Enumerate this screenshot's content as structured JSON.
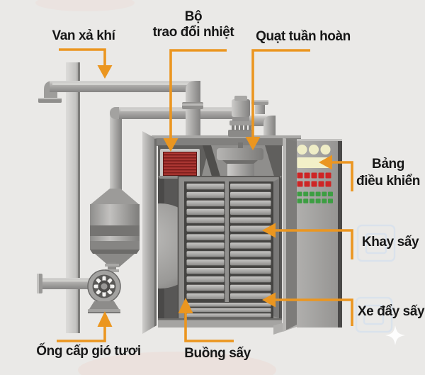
{
  "labels": {
    "air_vent_valve": "Van xả khí",
    "heat_exchanger": [
      "Bộ",
      "trao đổi nhiệt"
    ],
    "circulation_fan": "Quạt tuần hoàn",
    "control_panel": [
      "Bảng",
      "điều khiển"
    ],
    "drying_tray": "Khay sấy",
    "drying_trolley": "Xe đẩy sấy",
    "drying_chamber": "Buồng sấy",
    "fresh_air_duct": "Ống cấp gió tươi"
  },
  "colors": {
    "background": "#EAE9E7",
    "arrow_accent": "#EB9620",
    "label_text": "#171717",
    "heat_exchanger_red": "#B23A36",
    "button_red": "#CE2525",
    "button_green": "#3C9E42",
    "indicator_cream": "#EFEDC6",
    "display_cream": "#F2F0C8",
    "metal_light": "#C8C7C5",
    "metal_dark": "#6E6D6B"
  },
  "control_panel": {
    "indicator_circles": 3,
    "red_button_rows": 2,
    "red_buttons_per_row": 5,
    "green_button_rows": 2,
    "green_buttons_per_row": 6
  },
  "tray_rack": {
    "tray_columns": 2,
    "tray_rows": 14,
    "cart_slats": 3
  }
}
